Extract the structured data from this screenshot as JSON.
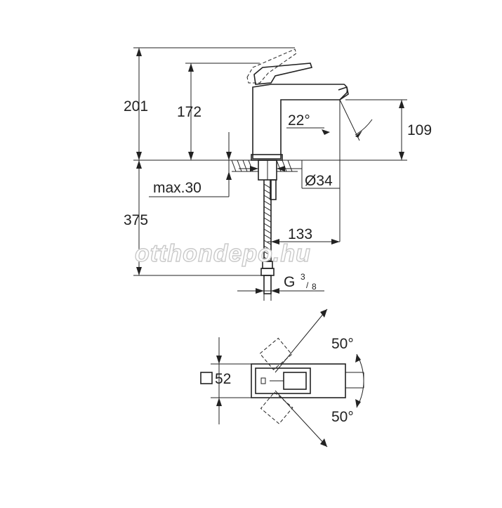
{
  "dimensions": {
    "total_height": "201",
    "spout_height": "172",
    "outlet_height": "109",
    "spout_angle": "22°",
    "max_thickness": "max.30",
    "hole_diameter": "Ø34",
    "hose_length": "375",
    "projection": "133",
    "thread_main": "G",
    "thread_num": "3",
    "thread_den": "8",
    "body_size": "52",
    "rotation_top": "50°",
    "rotation_bottom": "50°"
  },
  "watermark": "otthondepo.hu",
  "colors": {
    "line": "#222222",
    "background": "#ffffff",
    "watermark_outline": "#c9c9c9"
  }
}
